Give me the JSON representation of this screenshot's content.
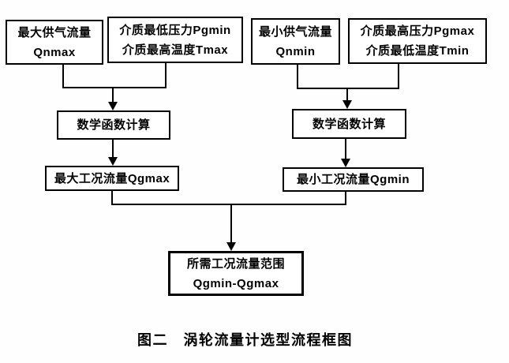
{
  "flowchart": {
    "nodes": {
      "qnmax": {
        "line1": "最大供气流量",
        "line2": "Qnmax"
      },
      "pgmin_tmax": {
        "line1": "介质最低压力Pgmin",
        "line2": "介质最高温度Tmax"
      },
      "qnmin": {
        "line1": "最小供气流量",
        "line2": "Qnmin"
      },
      "pgmax_tmin": {
        "line1": "介质最高压力Pgmax",
        "line2": "介质最低温度Tmin"
      },
      "math_left": {
        "label": "数学函数计算"
      },
      "math_right": {
        "label": "数学函数计算"
      },
      "qgmax": {
        "label": "最大工况流量Qgmax"
      },
      "qgmin": {
        "label": "最小工况流量Qgmin"
      },
      "result": {
        "line1": "所需工况流量范围",
        "line2": "Qgmin-Qgmax"
      }
    },
    "caption": "图二　涡轮流量计选型流程框图",
    "colors": {
      "line": "#000000",
      "box_border": "#000000",
      "box_fill": "#ffffff",
      "text": "#000000",
      "background": "#ffffff"
    }
  }
}
